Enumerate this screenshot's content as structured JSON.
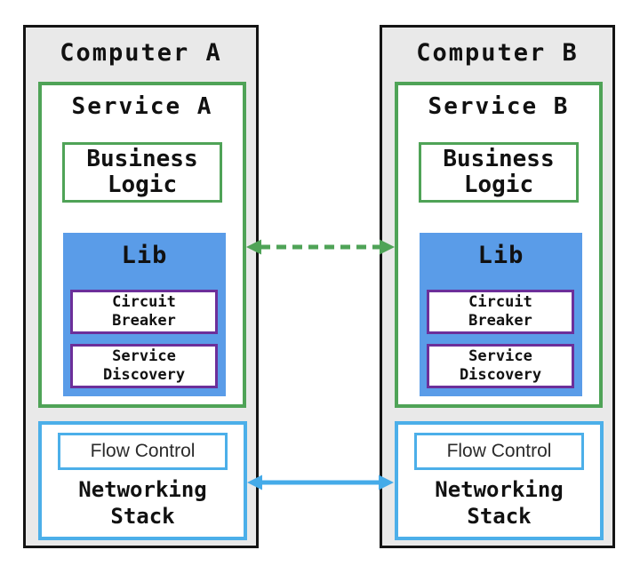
{
  "computers": [
    {
      "title": "Computer A",
      "service_title": "Service A",
      "business_logic": "Business\nLogic",
      "lib_title": "Lib",
      "circuit_breaker": "Circuit\nBreaker",
      "service_discovery": "Service\nDiscovery",
      "flow_control": "Flow Control",
      "networking_stack": "Networking\nStack"
    },
    {
      "title": "Computer B",
      "service_title": "Service B",
      "business_logic": "Business\nLogic",
      "lib_title": "Lib",
      "circuit_breaker": "Circuit\nBreaker",
      "service_discovery": "Service\nDiscovery",
      "flow_control": "Flow Control",
      "networking_stack": "Networking\nStack"
    }
  ],
  "arrows": [
    {
      "name": "lib-sync-arrow",
      "style": "dashed",
      "direction": "bidirectional",
      "color": "#4fa357"
    },
    {
      "name": "network-link-arrow",
      "style": "solid",
      "direction": "bidirectional",
      "color": "#45abe9"
    }
  ],
  "colors": {
    "computer_fill": "#e9e9e9",
    "computer_border": "#141414",
    "service_border": "#4fa357",
    "lib_fill": "#5a9ce8",
    "module_border": "#6c2f9a",
    "networking_border": "#4cafe9"
  }
}
